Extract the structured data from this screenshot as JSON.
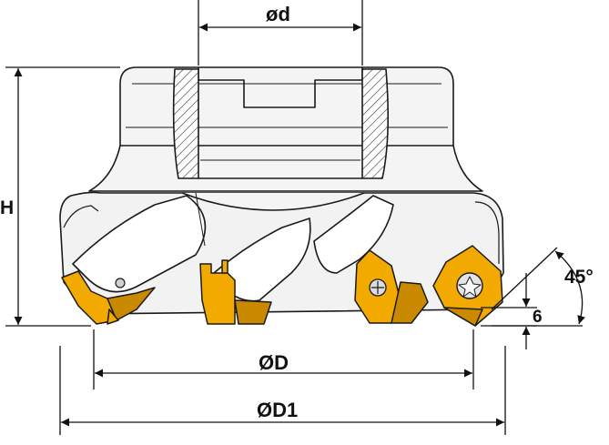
{
  "labels": {
    "bore_diameter": "ød",
    "height": "H",
    "cutting_diameter": "ØD",
    "max_diameter": "ØD1",
    "angle": "45°",
    "depth": "6"
  },
  "colors": {
    "insert": "#F2A900",
    "insert_shade": "#C98A00",
    "body": "#F4F4F4",
    "body_shade": "#DDDDDD",
    "outline": "#1A1A1A",
    "dimension": "#111111"
  },
  "icons": [
    "torx-screw-icon",
    "cutting-insert-icon",
    "dimension-arrow-icon"
  ]
}
